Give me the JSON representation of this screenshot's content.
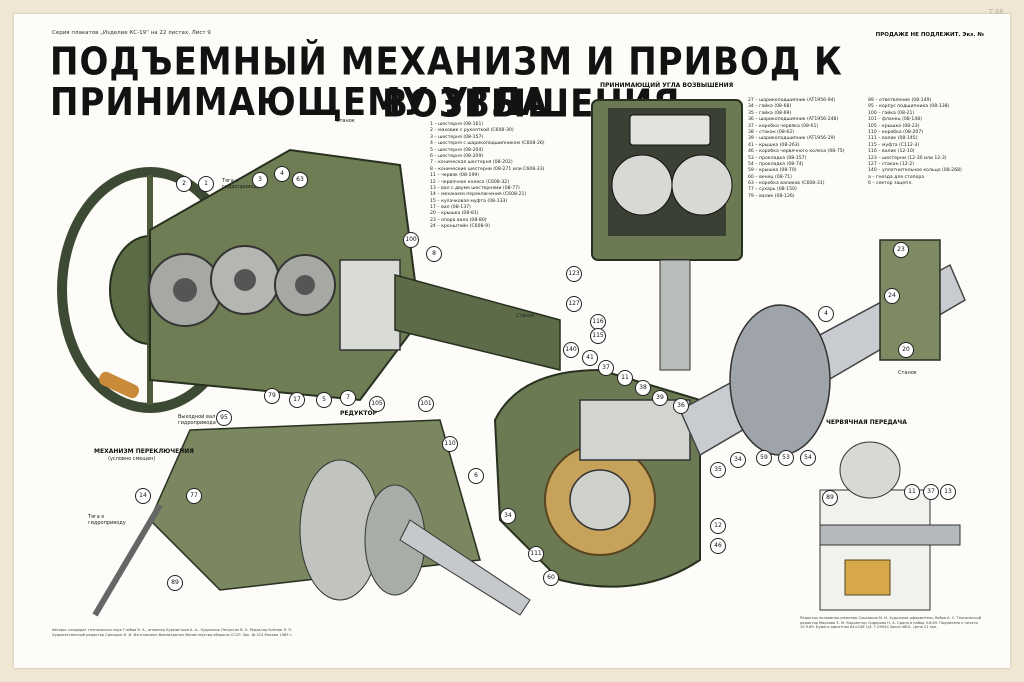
{
  "corner_mark": "Т 66",
  "series_line": "Серия плакатов „Изделие КС-19“ на 22 листах. Лист 9",
  "secret_line": "ПРОДАЖЕ НЕ ПОДЛЕЖИТ. Экз. №",
  "title_line1": "ПОДЪЕМНЫЙ МЕХАНИЗМ И ПРИВОД К ПРИНИМАЮЩЕМУ УГЛА",
  "title_line2": "ВОЗВЫШЕНИЯ",
  "section_titles": {
    "receiver": "ПРИНИМАЮЩИЙ УГЛА ВОЗВЫШЕНИЯ",
    "reducer": "РЕДУКТОР",
    "switch": "МЕХАНИЗМ ПЕРЕКЛЮЧЕНИЯ",
    "switch_sub": "(условно смещен)",
    "worm": "ЧЕРВЯЧНАЯ ПЕРЕДАЧА"
  },
  "legend_left": [
    "1 – шестерня (08-161)",
    "2 – маховик с рукояткой (С608-30)",
    "3 – шестерня (08-157)",
    "4 – шестерня с шарикоподшипником (С608-26)",
    "5 – шестерня (08-204)",
    "6 – шестерня (08-209)",
    "7 – коническая шестерня (08-202)",
    "8 – конические шестерни (08-271 или С608-33)",
    "11 – червяк (08-199)",
    "12 – червячное колесо (С608-32)",
    "13 – вал с двумя шестернями (08-77)",
    "14 – механизм переключения (С608-21)",
    "15 – кулачковая муфта (08-133)",
    "17 – вал (08-137)",
    "20 – крышка (08-81)",
    "23 – опора вала (08-80)",
    "24 – кронштейн (С608-9)"
  ],
  "legend_mid": [
    "27 – шарикоподшипник (AT1956-94)",
    "34 – гайка (08-68)",
    "35 – гайка (08-69)",
    "36 – шарикоподшипник (AT1956-248)",
    "37 – коробка червяка (08-61)",
    "38 – стакан (08-62)",
    "39 – шарикоподшипник (AT1956-29)",
    "41 – крышка (08-263)",
    "46 – коробка червячного колеса (08-75)",
    "53 – прокладка (08-157)",
    "54 – прокладка (08-74)",
    "59 – крышка (08-70)",
    "60 – венец (08-71)",
    "63 – коробка валиков (С608-31)",
    "77 – сухарь (08-150)",
    "79 – валик (08-126)"
  ],
  "legend_right": [
    "89 – ответвление (08-149)",
    "95 – корпус подшипника (08-138)",
    "100 – гайка (08-21)",
    "101 – фланец (08-148)",
    "105 – крышка (08-23)",
    "110 – коробка (08-207)",
    "111 – валик (08-145)",
    "115 – муфта (С112-3)",
    "116 – валик (12-10)",
    "123 – шестерни (12-30 или 12-3)",
    "127 – стакан (12-2)",
    "140 – уплотнительное кольцо (08-268)",
    "а – гнезда для стопора",
    "б – сектор зацепл."
  ],
  "labels": {
    "stanok_top": "Станок",
    "stanok_mid": "Станок",
    "stanok_right": "Станок",
    "tyaga_top": "Тяга к гидроприводу",
    "vyhodnoy_val": "Выходной вал гидропривода",
    "tyaga_bottom": "Тяга к гидроприводу"
  },
  "callouts": [
    "2",
    "1",
    "3",
    "4",
    "63",
    "100",
    "8",
    "105",
    "101",
    "17",
    "5",
    "7",
    "79",
    "95",
    "110",
    "6",
    "140",
    "41",
    "37",
    "11",
    "39",
    "38",
    "36",
    "34",
    "35",
    "34",
    "60",
    "111",
    "12",
    "46",
    "59",
    "53",
    "54",
    "89",
    "11",
    "37",
    "13",
    "14",
    "77",
    "89",
    "123",
    "127",
    "116",
    "115",
    "23",
    "24",
    "20",
    "4"
  ],
  "footer_left": "Авторы: кандидат технических наук Глебов В. А., инженер Бурмистров А. А., Художник Петросян В. Х. Редактор Клёнов Л. П. Художественный редактор Синицын И. И. Изготовлено Воениздатом Министерства обороны СССР. Зак. № 214 Москва 1969 г.",
  "footer_right": "Редактор полковник-инженер Сошников М. И. Художник-оформитель Лобов А. С. Технический редактор Маркова Е. М. Корректор Сидорова Н. А. Сдано в набор 3.6.69. Подписано к печати 10.9.69. Бумага офсетная 84×108 1/4. Т-09044 Заказ 4601. Цена 21 коп."
}
